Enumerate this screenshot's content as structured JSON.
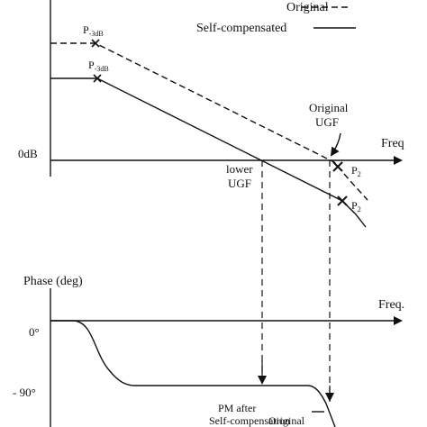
{
  "legend": {
    "original": "Original",
    "self_compensated": "Self-compensated"
  },
  "magnitude_plot": {
    "y_zero_label": "0dB",
    "x_axis_label": "Freq",
    "pole_label_original": "P",
    "pole_label_original_sub": "-3dB",
    "pole_label_selfcomp": "P",
    "pole_label_selfcomp_sub": "-3dB",
    "p2_original": "P",
    "p2_original_sub": "2",
    "p2_selfcomp": "P",
    "p2_selfcomp_sub": "2",
    "lower_ugf_line1": "lower",
    "lower_ugf_line2": "UGF",
    "original_ugf_line1": "Original",
    "original_ugf_line2": "UGF"
  },
  "phase_plot": {
    "y_axis_label": "Phase (deg)",
    "x_axis_label": "Freq.",
    "tick_0": "0°",
    "tick_minus90": "- 90°",
    "pm_after_line1": "PM after",
    "pm_after_line2": "Self-compensation",
    "pm_original": "Original"
  },
  "colors": {
    "ink": "#111111",
    "background": "#ffffff"
  }
}
